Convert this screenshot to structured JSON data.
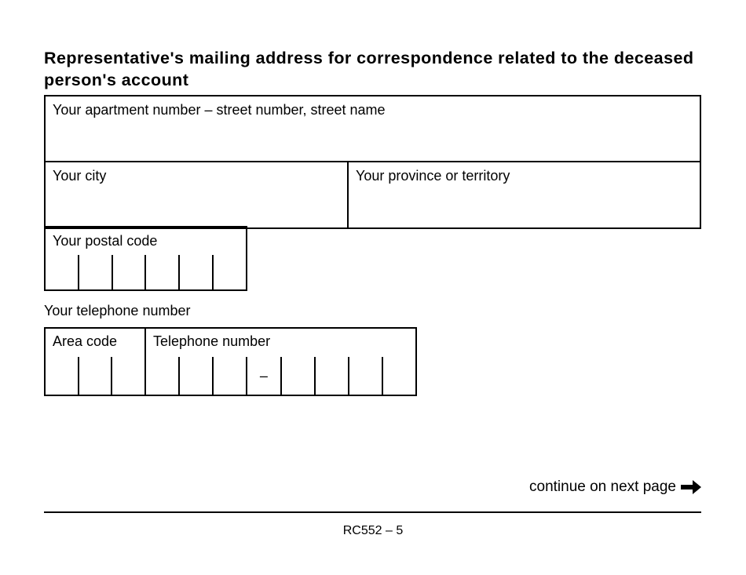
{
  "document": {
    "heading": "Representative's mailing address for correspondence related to the deceased person's account"
  },
  "address_section": {
    "street_label": "Your apartment number – street number, street name",
    "city_label": "Your city",
    "province_label": "Your province or territory",
    "postal_code_label": "Your postal code",
    "postal_code_cells": 6
  },
  "telephone_section": {
    "heading": "Your telephone number",
    "area_code_label": "Area code",
    "area_code_cells": 3,
    "telephone_number_label": "Telephone number",
    "telephone_number_cells": 8,
    "separator": "–",
    "separator_cell_index": 3
  },
  "footer": {
    "continue_text": "continue on next page",
    "arrow_glyph": "➔",
    "form_code": "RC552 – 5"
  },
  "colors": {
    "ink": "#000000",
    "paper": "#ffffff"
  }
}
